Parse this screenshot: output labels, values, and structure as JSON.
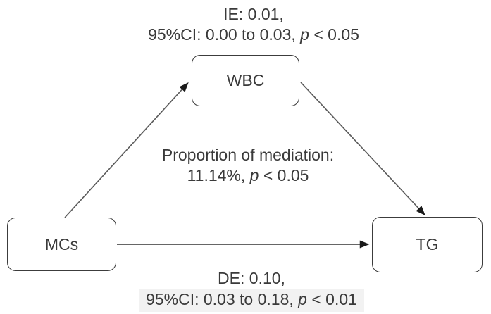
{
  "nodes": {
    "mediator": "WBC",
    "exposure": "MCs",
    "outcome": "TG"
  },
  "annotations": {
    "indirect_effect": {
      "line1": "IE: 0.01,",
      "line2_prefix": "95%CI: 0.00 to 0.03, ",
      "p_symbol": "p",
      "line2_suffix": " < 0.05"
    },
    "mediation_proportion": {
      "line1": "Proportion of mediation:",
      "line2_prefix": "11.14%, ",
      "p_symbol": "p",
      "line2_suffix": " < 0.05"
    },
    "direct_effect": {
      "line1": "DE: 0.10,",
      "line2_prefix": "95%CI: 0.03 to 0.18, ",
      "p_symbol": "p",
      "line2_suffix": " < 0.01"
    }
  },
  "colors": {
    "background": "#ffffff",
    "text": "#3a3a3a",
    "node_border": "#3c3c3c",
    "diagonal_arrow": "#5a5a5a",
    "horizontal_arrow": "#333333",
    "arrowhead": "#1a1a1a",
    "highlight_background": "#f2f2f2"
  }
}
